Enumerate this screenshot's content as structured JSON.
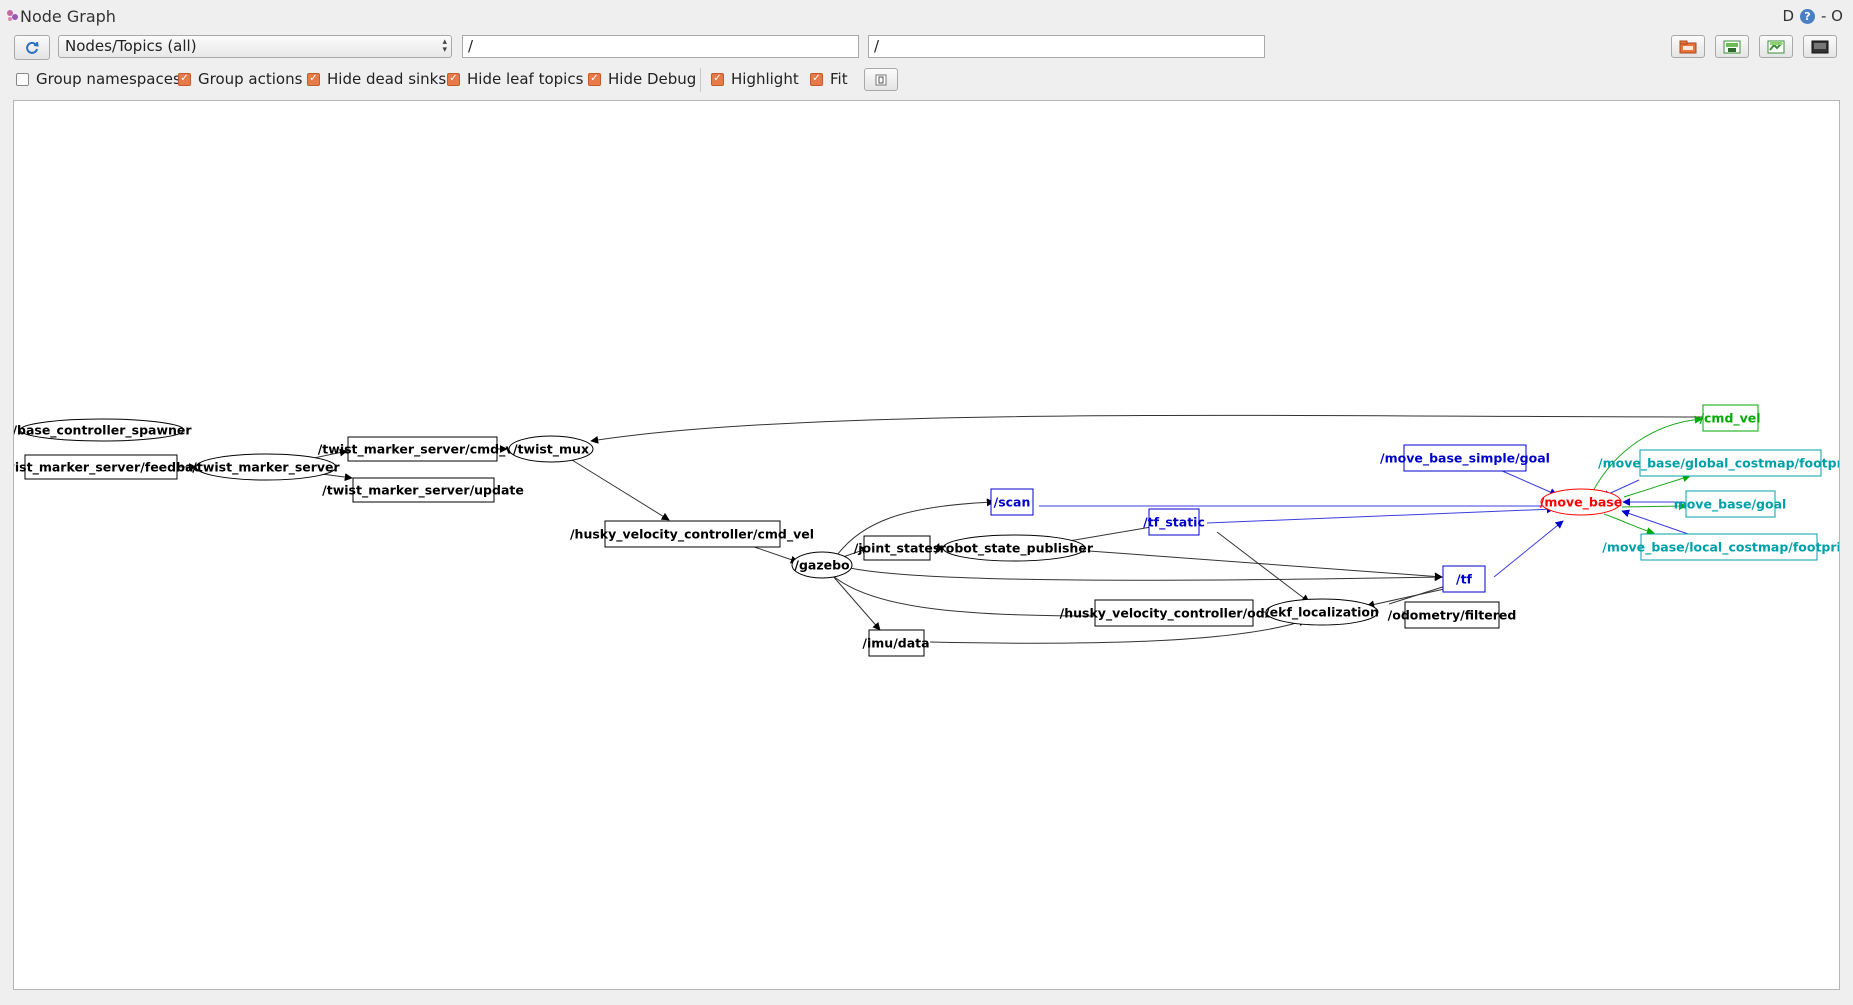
{
  "window": {
    "title": "Node Graph",
    "right_controls": "D",
    "minimize": "- O"
  },
  "toolbar": {
    "graph_type": "Nodes/Topics (all)",
    "node_filter": "/",
    "topic_filter": "/"
  },
  "options": {
    "group_namespaces": {
      "label": "Group namespaces",
      "checked": false
    },
    "group_actions": {
      "label": "Group actions",
      "checked": true
    },
    "hide_dead_sinks": {
      "label": "Hide dead sinks",
      "checked": true
    },
    "hide_leaf_topics": {
      "label": "Hide leaf topics",
      "checked": true
    },
    "hide_debug": {
      "label": "Hide Debug",
      "checked": true
    },
    "highlight": {
      "label": "Highlight",
      "checked": true
    },
    "fit": {
      "label": "Fit",
      "checked": true
    }
  },
  "colors": {
    "default": "#000000",
    "blue": "#0000cc",
    "red": "#ff0000",
    "green": "#00aa00",
    "cyan": "#00a0a8"
  },
  "graph": {
    "nodes": {
      "base_controller_spawner": "/base_controller_spawner",
      "twist_marker_server": "/twist_marker_server",
      "twist_mux": "/twist_mux",
      "gazebo": "/gazebo",
      "robot_state_publisher": "/robot_state_publisher",
      "ekf_localization": "/ekf_localization",
      "move_base": "/move_base"
    },
    "topics": {
      "twist_feedback": "/twist_marker_server/feedback",
      "twist_cmd_vel": "/twist_marker_server/cmd_vel",
      "twist_update": "/twist_marker_server/update",
      "husky_cmd_vel": "/husky_velocity_controller/cmd_vel",
      "joint_states": "/joint_states",
      "imu_data": "/imu/data",
      "scan": "/scan",
      "tf_static": "/tf_static",
      "tf": "/tf",
      "husky_odom": "/husky_velocity_controller/odom",
      "odometry_filtered": "/odometry/filtered",
      "move_base_simple_goal": "/move_base_simple/goal",
      "cmd_vel": "/cmd_vel",
      "global_footprint": "/move_base/global_costmap/footprint",
      "move_base_goal": "move_base/goal",
      "local_footprint": "/move_base/local_costmap/footprint"
    }
  }
}
